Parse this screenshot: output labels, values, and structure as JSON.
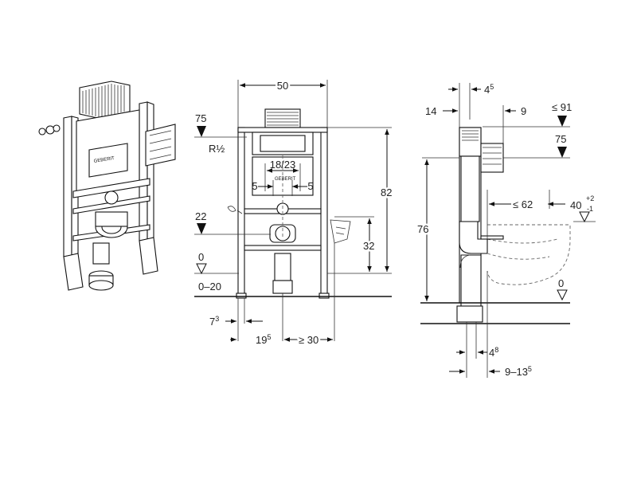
{
  "iso_view": {
    "brand": "GEBERIT"
  },
  "front_view": {
    "brand": "GEBERIT",
    "dims": {
      "width": "50",
      "height": "82",
      "feed_height": "75",
      "feed_thread": "R½",
      "flush_spacing": "18/23",
      "offset_left": "5",
      "offset_right": "5",
      "connection_height": "22",
      "pan_height": "32",
      "floor_level": "0",
      "floor_adjust": "0–20",
      "foot_a": "7",
      "foot_a_sup": "3",
      "foot_b": "19",
      "foot_b_sup": "5",
      "side_clearance": "≥ 30"
    }
  },
  "side_view": {
    "dims": {
      "top_gap": "4",
      "top_gap_sup": "5",
      "left_gap": "14",
      "cistern_depth": "9",
      "max_height": "≤ 91",
      "feed_height": "75",
      "frame_height": "76",
      "projection": "≤ 62",
      "pan_height": "40",
      "pan_tol_plus": "+2",
      "pan_tol_minus": "-1",
      "floor_level": "0",
      "pipe_gap": "4",
      "pipe_gap_sup": "8",
      "wall_dist": "9–13",
      "wall_dist_sup": "5"
    }
  }
}
